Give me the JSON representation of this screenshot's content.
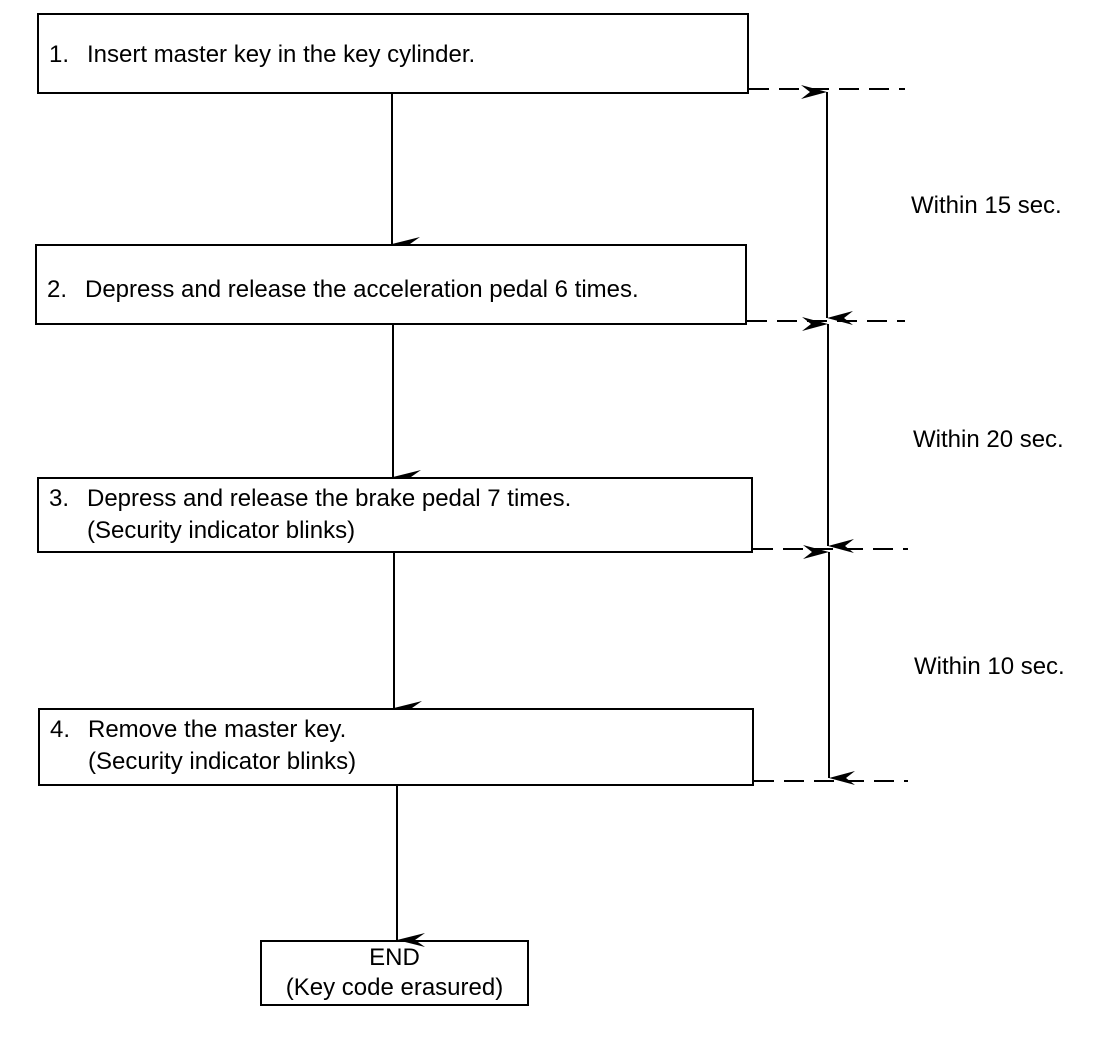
{
  "steps": [
    {
      "number": "1.",
      "lines": [
        "Insert master key in the key cylinder."
      ]
    },
    {
      "number": "2.",
      "lines": [
        "Depress and release the acceleration pedal 6 times."
      ]
    },
    {
      "number": "3.",
      "lines": [
        "Depress and release the brake pedal 7 times.",
        "(Security indicator blinks)"
      ]
    },
    {
      "number": "4.",
      "lines": [
        "Remove the master key.",
        "(Security indicator blinks)"
      ]
    }
  ],
  "end": {
    "title": "END",
    "subtitle": "(Key code erasured)"
  },
  "time_limits": [
    "Within 15 sec.",
    "Within 20 sec.",
    "Within 10 sec."
  ]
}
